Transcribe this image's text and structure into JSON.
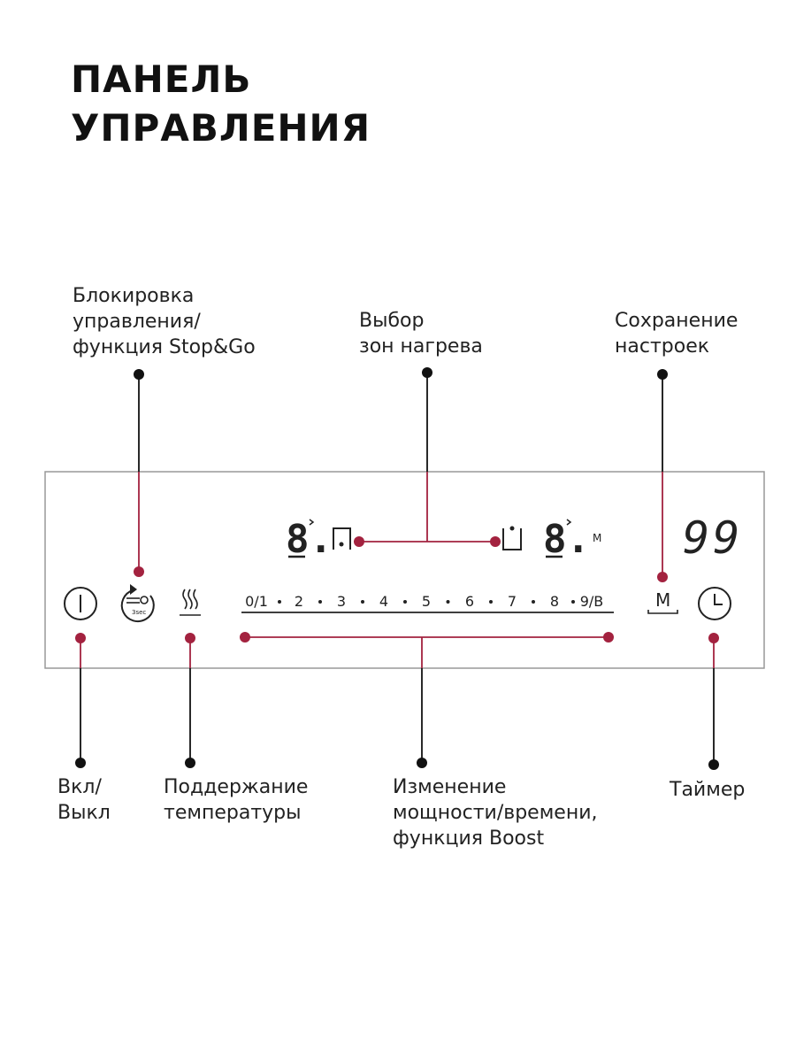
{
  "title": {
    "line1": "ПАНЕЛЬ",
    "line2": "УПРАВЛЕНИЯ"
  },
  "labels": {
    "lock": {
      "line1": "Блокировка",
      "line2": "управления/",
      "line3": "функция Stop&Go"
    },
    "zones": {
      "line1": "Выбор",
      "line2": "зон нагрева"
    },
    "memory": {
      "line1": "Сохранение",
      "line2": "настроек"
    },
    "power": {
      "line1": "Вкл/",
      "line2": "Выкл"
    },
    "keep_warm": {
      "line1": "Поддержание",
      "line2": "температуры"
    },
    "slider": {
      "line1": "Изменение",
      "line2": "мощности/времени,",
      "line3": "функция Boost"
    },
    "timer": {
      "line1": "Таймер"
    }
  },
  "panel": {
    "left_zone_display": "8.",
    "right_zone_display": "8.",
    "memory_indicator": "M",
    "timer_display": "99",
    "lock_button_caption": "3sec",
    "memory_button_label": "M",
    "slider_levels": [
      "0/1",
      "2",
      "3",
      "4",
      "5",
      "6",
      "7",
      "8",
      "9/B"
    ]
  },
  "colors": {
    "accent": "#a3223f",
    "line": "#111111",
    "panel_border": "#999999",
    "icon": "#222222"
  }
}
